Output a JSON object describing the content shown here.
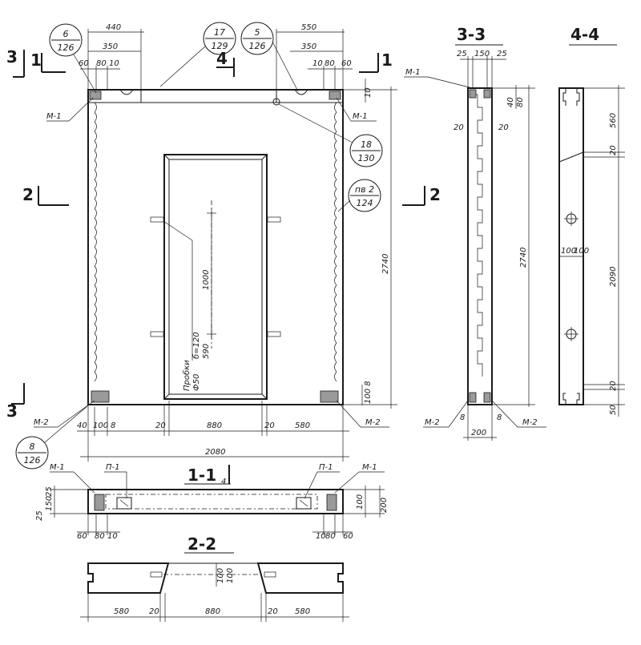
{
  "sections": [
    {
      "id": "s11",
      "text": "1-1"
    },
    {
      "id": "s22",
      "text": "2-2"
    },
    {
      "id": "s33",
      "text": "3-3"
    },
    {
      "id": "s44",
      "text": "4-4"
    }
  ],
  "cut_marks": [
    {
      "id": "c3a",
      "text": "3"
    },
    {
      "id": "c1a",
      "text": "1"
    },
    {
      "id": "c4a",
      "text": "4"
    },
    {
      "id": "c1b",
      "text": "1"
    },
    {
      "id": "c2a",
      "text": "2"
    },
    {
      "id": "c2b",
      "text": "2"
    },
    {
      "id": "c3b",
      "text": "3"
    },
    {
      "id": "c4b",
      "text": "4"
    }
  ],
  "callouts": [
    {
      "id": "k1",
      "top": "6",
      "bottom": "126"
    },
    {
      "id": "k2",
      "top": "17",
      "bottom": "129"
    },
    {
      "id": "k3",
      "top": "5",
      "bottom": "126"
    },
    {
      "id": "k4",
      "top": "18",
      "bottom": "130"
    },
    {
      "id": "k5",
      "top": "пв 2",
      "bottom": "124"
    },
    {
      "id": "k6",
      "top": "8",
      "bottom": "126"
    }
  ],
  "labels": [
    {
      "id": "m1a",
      "text": "М-1"
    },
    {
      "id": "m1b",
      "text": "М-1"
    },
    {
      "id": "m2a",
      "text": "М-2"
    },
    {
      "id": "m2b",
      "text": "М-2"
    },
    {
      "id": "m1c",
      "text": "М-1"
    },
    {
      "id": "m2c",
      "text": "М-2"
    },
    {
      "id": "m2d",
      "text": "М-2"
    },
    {
      "id": "m1d",
      "text": "М-1"
    },
    {
      "id": "m1e",
      "text": "М-1"
    },
    {
      "id": "p1a",
      "text": "П-1"
    },
    {
      "id": "p1b",
      "text": "П-1"
    }
  ],
  "probki": [
    "Пробки",
    "Ф50",
    "б=120",
    "590"
  ],
  "dims": [
    {
      "id": "d440",
      "text": "440"
    },
    {
      "id": "d350a",
      "text": "350"
    },
    {
      "id": "d60a",
      "text": "60"
    },
    {
      "id": "d80a",
      "text": "80"
    },
    {
      "id": "d10a",
      "text": "10"
    },
    {
      "id": "d550",
      "text": "550"
    },
    {
      "id": "d350b",
      "text": "350"
    },
    {
      "id": "d10b",
      "text": "10"
    },
    {
      "id": "d80b",
      "text": "80"
    },
    {
      "id": "d60b",
      "text": "60"
    },
    {
      "id": "d10v",
      "text": "10"
    },
    {
      "id": "d2740a",
      "text": "2740"
    },
    {
      "id": "d1000",
      "text": "1000"
    },
    {
      "id": "d100_8",
      "text": "100 8"
    },
    {
      "id": "d40",
      "text": "40"
    },
    {
      "id": "d100b",
      "text": "100"
    },
    {
      "id": "d8a",
      "text": "8"
    },
    {
      "id": "d20a",
      "text": "20"
    },
    {
      "id": "d880a",
      "text": "880"
    },
    {
      "id": "d20b",
      "text": "20"
    },
    {
      "id": "d580a",
      "text": "580"
    },
    {
      "id": "d2080",
      "text": "2080"
    },
    {
      "id": "d25a",
      "text": "25"
    },
    {
      "id": "d150a",
      "text": "150"
    },
    {
      "id": "d25b",
      "text": "25"
    },
    {
      "id": "d40s",
      "text": "40"
    },
    {
      "id": "d80s",
      "text": "80"
    },
    {
      "id": "d20s1",
      "text": "20"
    },
    {
      "id": "d20s2",
      "text": "20"
    },
    {
      "id": "d2740b",
      "text": "2740"
    },
    {
      "id": "d8s1",
      "text": "8"
    },
    {
      "id": "d8s2",
      "text": "8"
    },
    {
      "id": "d200a",
      "text": "200"
    },
    {
      "id": "d560",
      "text": "560"
    },
    {
      "id": "d20c",
      "text": "20"
    },
    {
      "id": "d100c",
      "text": "100"
    },
    {
      "id": "d100d",
      "text": "100"
    },
    {
      "id": "d2090",
      "text": "2090"
    },
    {
      "id": "d20d",
      "text": "20"
    },
    {
      "id": "d50",
      "text": "50"
    },
    {
      "id": "d25c",
      "text": "25"
    },
    {
      "id": "d150b",
      "text": "150"
    },
    {
      "id": "d25d",
      "text": "25"
    },
    {
      "id": "d60c",
      "text": "60"
    },
    {
      "id": "d80c",
      "text": "80"
    },
    {
      "id": "d10c",
      "text": "10"
    },
    {
      "id": "d10e",
      "text": "10"
    },
    {
      "id": "d80e",
      "text": "80"
    },
    {
      "id": "d60e",
      "text": "60"
    },
    {
      "id": "d100e",
      "text": "100"
    },
    {
      "id": "d200b",
      "text": "200"
    },
    {
      "id": "d100f",
      "text": "100"
    },
    {
      "id": "d100g",
      "text": "100"
    },
    {
      "id": "d580b",
      "text": "580"
    },
    {
      "id": "d20e",
      "text": "20"
    },
    {
      "id": "d880b",
      "text": "880"
    },
    {
      "id": "d20f",
      "text": "20"
    },
    {
      "id": "d580c",
      "text": "580"
    }
  ]
}
